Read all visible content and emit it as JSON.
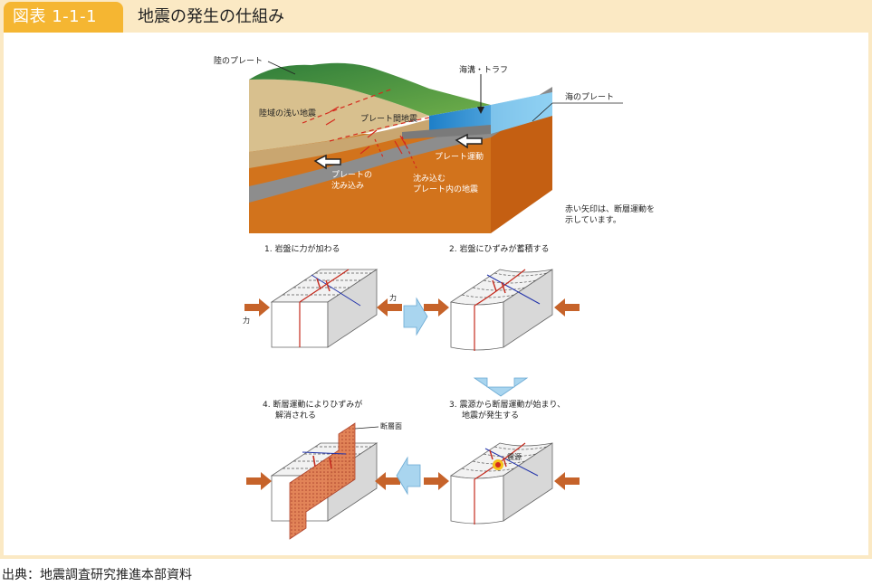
{
  "header": {
    "tag": "図表 1-1-1",
    "title": "地震の発生の仕組み"
  },
  "diagram": {
    "labels": {
      "continental_plate": "陸のプレート",
      "trench": "海溝・トラフ",
      "oceanic_plate": "海のプレート",
      "shallow_quake": "陸域の浅い地震",
      "interplate_quake": "プレート間地震",
      "plate_motion": "プレート運動",
      "subduction_line1": "プレートの",
      "subduction_line2": "沈み込み",
      "intraplate_line1": "沈み込む",
      "intraplate_line2": "プレート内の地震",
      "note_line1": "赤い矢印は、断層運動を",
      "note_line2": "示しています。"
    },
    "steps": {
      "s1": "1. 岩盤に力が加わる",
      "s2": "2. 岩盤にひずみが蓄積する",
      "s3_line1": "3. 震源から断層運動が始まり、",
      "s3_line2": "地震が発生する",
      "s4_line1": "4. 断層運動によりひずみが",
      "s4_line2": "解消される",
      "force_left": "力",
      "force_right": "力",
      "fault_plane": "断層面",
      "hypocenter": "震源"
    }
  },
  "source": "出典：地震調査研究推進本部資料"
}
